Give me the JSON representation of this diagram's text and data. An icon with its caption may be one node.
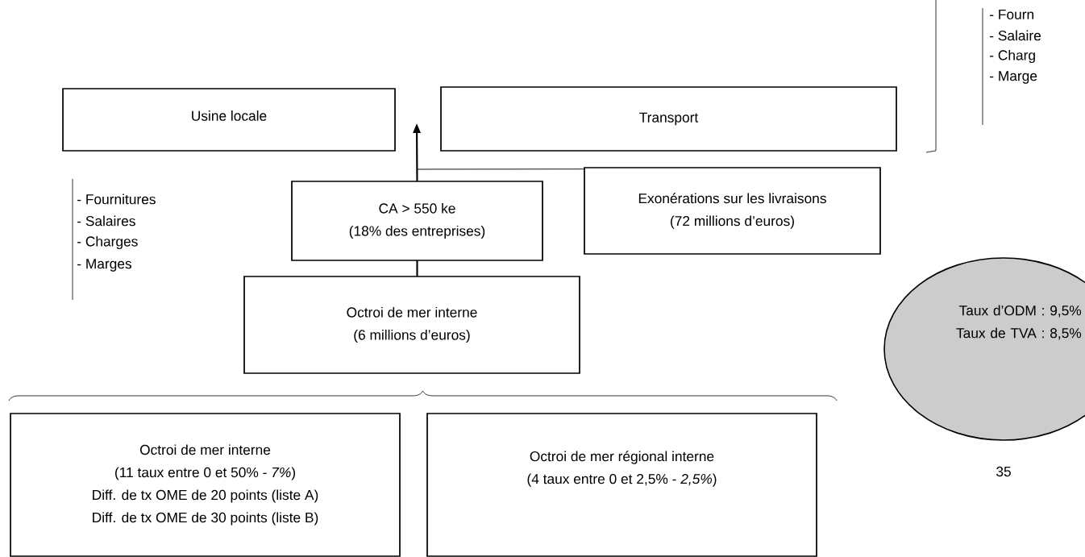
{
  "diagram": {
    "nodes": [
      {
        "text": [
          "Usine locale"
        ]
      },
      {
        "text": [
          "Transport"
        ]
      },
      {
        "text": [
          "CA > 550 ke",
          "(18% des entreprises)"
        ]
      },
      {
        "text": [
          "Exonérations sur les livraisons",
          "(72 millions d’euros)"
        ]
      },
      {
        "text": [
          "Octroi de mer interne",
          "(6 millions d’euros)"
        ]
      },
      {
        "text": [
          "Octroi de mer interne",
          "(11 taux entre 0 et 50% - *7%*)",
          "Diff. de tx OME de 20 points (liste A)",
          "Diff. de tx OME de 30 points (liste B)"
        ]
      },
      {
        "text": [
          "Octroi de mer régional interne",
          "(4 taux entre 0 et 2,5%  - *2,5%*)"
        ]
      },
      {
        "text": [
          "Taux d’ODM : 9,5%",
          "Taux de TVA : 8,5%"
        ]
      }
    ],
    "edges": [
      {
        "from": 2,
        "to": null,
        "arrow": "to"
      },
      {
        "from": 3,
        "to": 2,
        "arrow": "none"
      },
      {
        "from": 4,
        "to": 2,
        "arrow": "none"
      }
    ],
    "labels": [
      "- Fourn",
      "- Salaire",
      "- Charg",
      "- Marge",
      "- Fournitures",
      "- Salaires",
      "- Charges",
      "- Marges",
      "35"
    ]
  }
}
